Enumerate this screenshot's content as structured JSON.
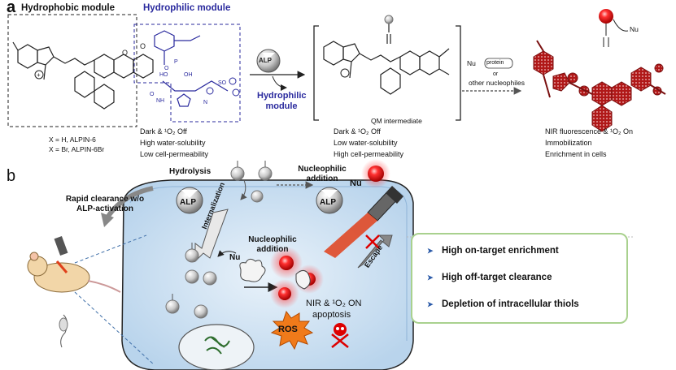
{
  "panel_a": {
    "label": "a",
    "hydrophobic_module": "Hydrophobic module",
    "hydrophilic_module": "Hydrophilic module",
    "enzyme": "ALP",
    "arrow_label": "Hydrophilic module",
    "compound_1": "X = H, ALPIN-6",
    "compound_2": "X = Br, ALPIN-6Br",
    "props_probe": [
      "Dark & ¹O₂ Off",
      "High water-solubility",
      "Low cell-permeability"
    ],
    "intermediate_label": "QM intermediate",
    "props_intermediate": [
      "Dark & ¹O₂ Off",
      "Low water-solubility",
      "High cell-permeability"
    ],
    "reagent_nu": "Nu",
    "reagent_protein": "protein",
    "reagent_or": "or",
    "reagent_other": "other nucleophiles",
    "props_product": [
      "NIR fluorescence & ¹O₂ On",
      "Immobilization",
      "Enrichment in cells"
    ],
    "nu_label": "Nu"
  },
  "panel_b": {
    "label": "b",
    "hydrolysis": "Hydrolysis",
    "nucleophilic_addition_top": "Nucleophilic addition",
    "rapid_clearance": "Rapid clearance w/o ALP-activation",
    "alp": "ALP",
    "nu": "Nu",
    "internalization": "Internalization",
    "nucleophilic_addition_inner": "Nucleophilic addition",
    "inner_nu": "Nu",
    "escape": "Escape",
    "nir_on": "NIR & ¹O₂ ON",
    "apoptosis": "apoptosis",
    "ros": "ROS"
  },
  "legend": {
    "items": [
      "High on-target enrichment",
      "High off-target clearance",
      "Depletion of intracellular thiols"
    ]
  },
  "colors": {
    "hydrophilic_blue": "#2a2a9e",
    "product_red": "#8b1a1a",
    "cell_blue": "#cfe3f4",
    "legend_green": "#a9d18e",
    "ros_orange": "#f07a1a",
    "laser_red": "#e0401a"
  }
}
